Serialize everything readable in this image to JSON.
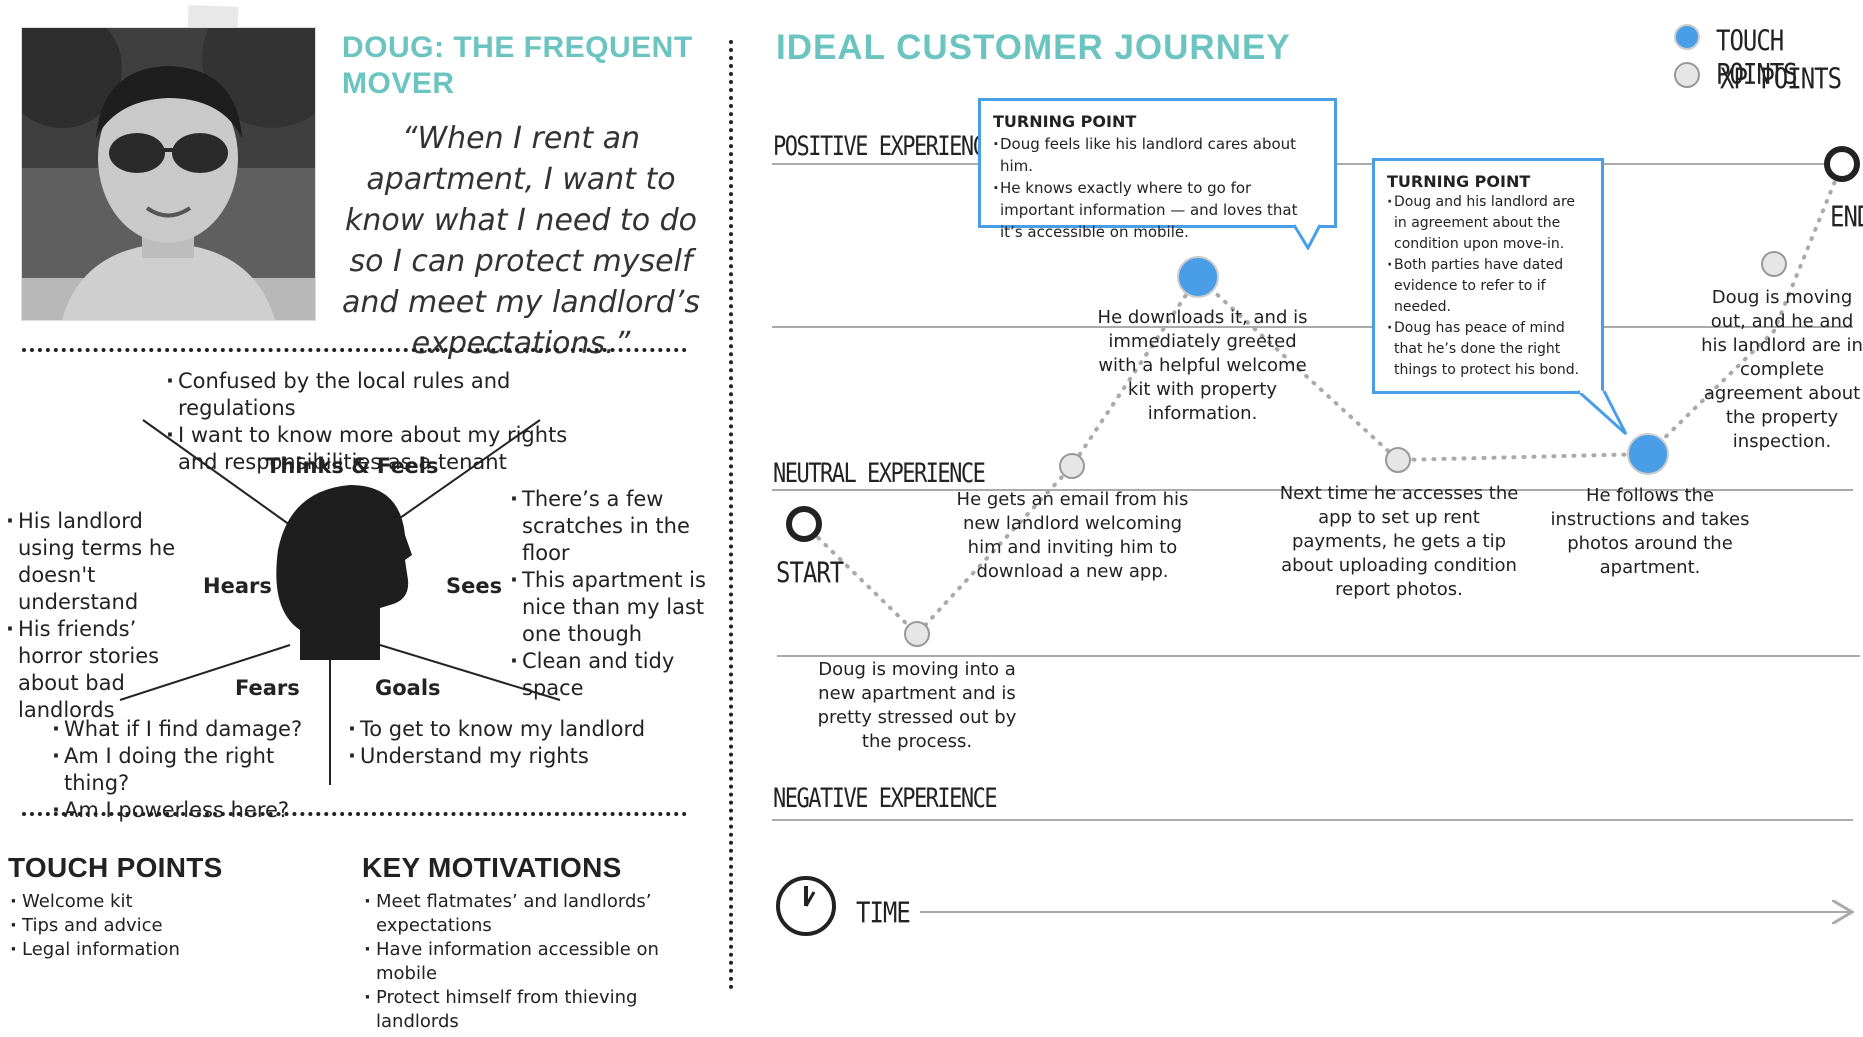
{
  "persona": {
    "title": "DOUG: THE FREQUENT MOVER",
    "quote": "“When I rent an apartment, I want to know what I need to do so I can protect myself and meet my landlord’s expectations.”"
  },
  "empathy": {
    "thinks_feels_label": "Thinks & Feels",
    "thinks_feels": [
      "Confused by the local rules and regulations",
      "I want to know more about my rights and responsibilities as a tenant"
    ],
    "hears_label": "Hears",
    "hears": [
      "His landlord using terms he doesn't understand",
      "His friends’ horror stories about bad landlords"
    ],
    "sees_label": "Sees",
    "sees": [
      "There’s a few scratches in the floor",
      "This apartment is nice than my last one though",
      "Clean and tidy space"
    ],
    "fears_label": "Fears",
    "fears": [
      "What if I find damage?",
      "Am I doing the right thing?",
      "Am I powerless here?"
    ],
    "goals_label": "Goals",
    "goals": [
      "To get to know my landlord",
      "Understand my rights"
    ]
  },
  "touch_points": {
    "heading": "TOUCH POINTS",
    "items": [
      "Welcome kit",
      "Tips and advice",
      "Legal information"
    ]
  },
  "key_motivations": {
    "heading": "KEY MOTIVATIONS",
    "items": [
      "Meet flatmates’ and landlords’ expectations",
      "Have information accessible on mobile",
      "Protect himself from thieving landlords"
    ]
  },
  "journey": {
    "title": "IDEAL CUSTOMER JOURNEY",
    "legend": {
      "touch": "TOUCH POINTS",
      "xp": "XP POINTS",
      "touch_color": "#4a9ee8",
      "xp_color": "#d9d9d9"
    },
    "levels": {
      "positive": "POSITIVE EXPERIENCE",
      "neutral": "NEUTRAL EXPERIENCE",
      "negative": "NEGATIVE EXPERIENCE"
    },
    "start": "START",
    "end": "END",
    "time": "TIME",
    "steps": [
      "Doug is moving into a new apartment and is pretty stressed out by the process.",
      "He gets an email from his new landlord welcoming him and inviting him to download a new app.",
      "He downloads it, and is immediately greeted with a helpful welcome kit with property information.",
      "Next time he accesses the app to set up rent payments, he gets a tip about uploading condition report photos.",
      "He follows the instructions and takes photos around the apartment.",
      "Doug is moving out, and he and his landlord are in complete agreement about the property inspection."
    ],
    "turning_point_1": {
      "title": "TURNING POINT",
      "items": [
        "Doug feels like his landlord cares about him.",
        "He knows exactly where to go for important information — and loves that it’s accessible on mobile."
      ]
    },
    "turning_point_2": {
      "title": "TURNING POINT",
      "items": [
        "Doug and his landlord are in agreement about the condition upon move-in.",
        "Both parties have dated evidence to refer to if needed.",
        "Doug has peace of mind that he’s done the right things to protect his bond."
      ]
    }
  }
}
